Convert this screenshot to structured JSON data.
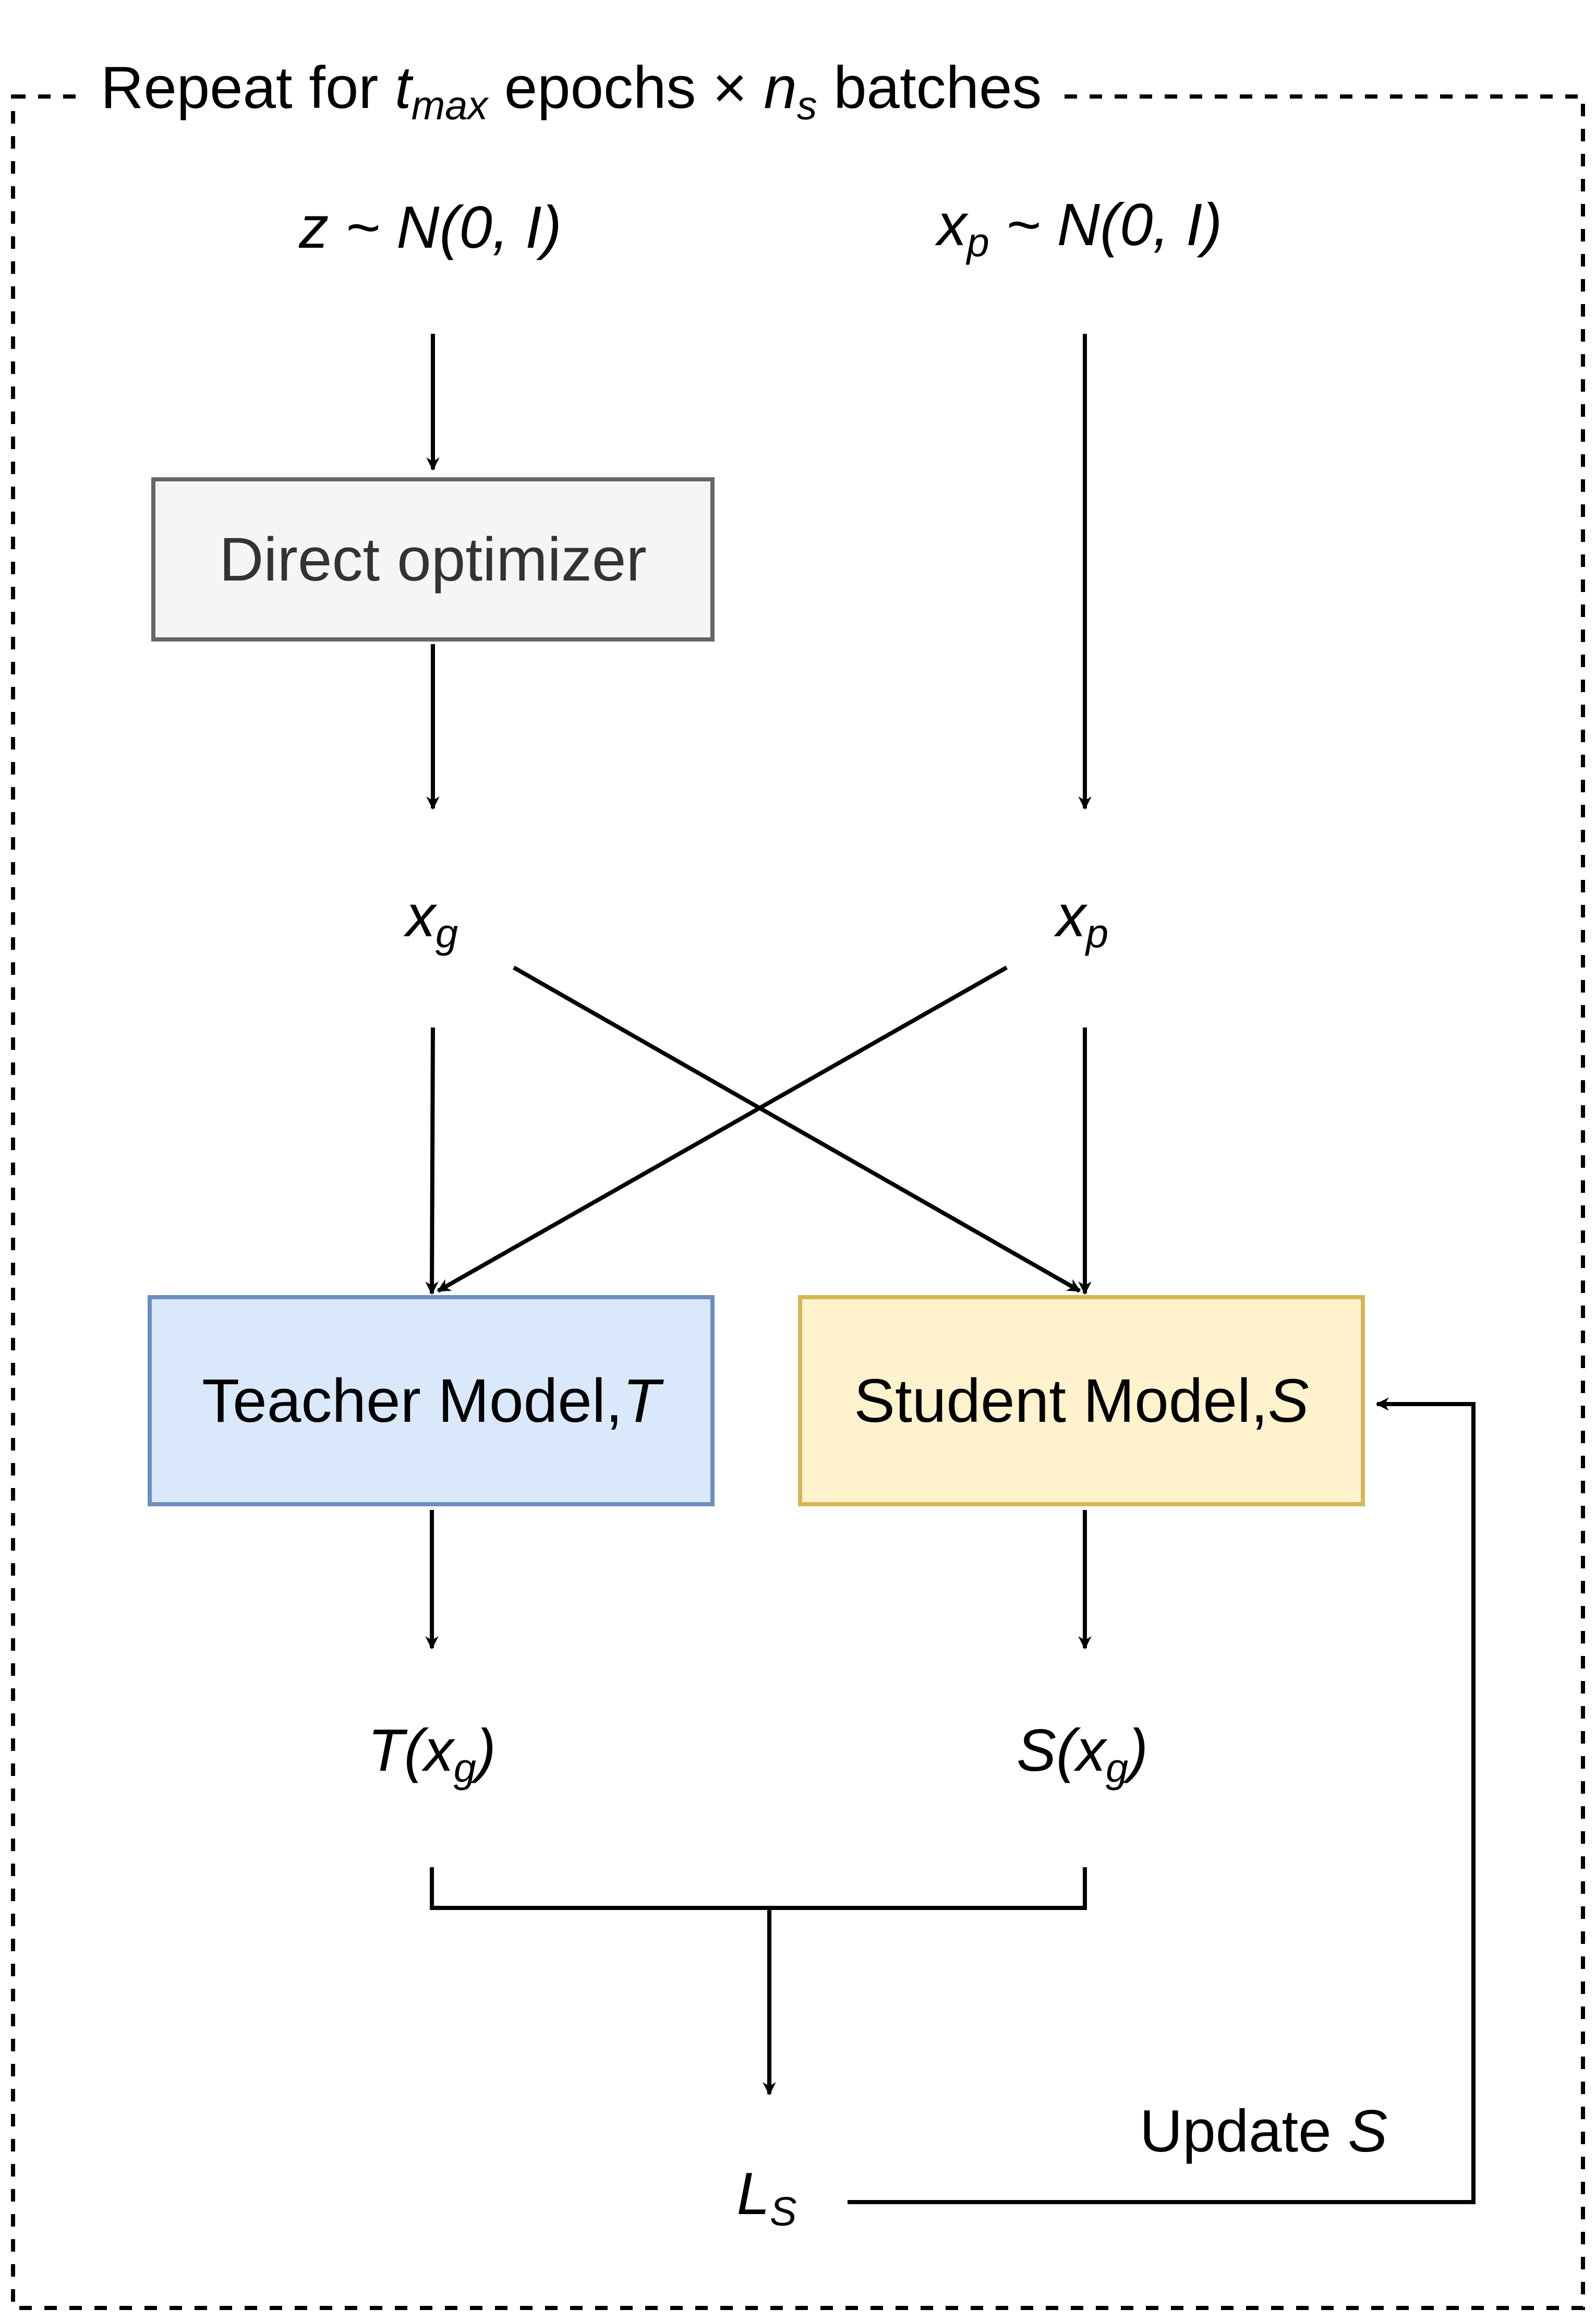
{
  "frame": {
    "title_prefix": "Repeat for ",
    "t_var": "t",
    "t_sub": "max",
    "title_mid": " epochs × ",
    "n_var": "n",
    "n_sub": "s",
    "title_suffix": " batches"
  },
  "inputs": {
    "z_label": "z ~ N(0, I)",
    "xp_var": "x",
    "xp_sub": "p",
    "xp_dist": " ~ N(0, I)"
  },
  "nodes": {
    "direct_optimizer": "Direct optimizer",
    "xg_var": "x",
    "xg_sub": "g",
    "xp_var": "x",
    "xp_sub": "p",
    "teacher_text": "Teacher Model, ",
    "teacher_sym": "T",
    "student_text": "Student Model, ",
    "student_sym": "S",
    "t_out_pre": "T(x",
    "t_out_sub": "g",
    "t_out_post": ")",
    "s_out_pre": "S(x",
    "s_out_sub": "g",
    "s_out_post": ")",
    "loss_var": "L",
    "loss_sub": "S",
    "update_text": "Update ",
    "update_sym": "S"
  },
  "colors": {
    "optimizer_fill": "#f5f5f5",
    "optimizer_stroke": "#666666",
    "teacher_fill": "#dae8fc",
    "teacher_stroke": "#6c8ebf",
    "student_fill": "#fff2cc",
    "student_stroke": "#d6b656"
  }
}
